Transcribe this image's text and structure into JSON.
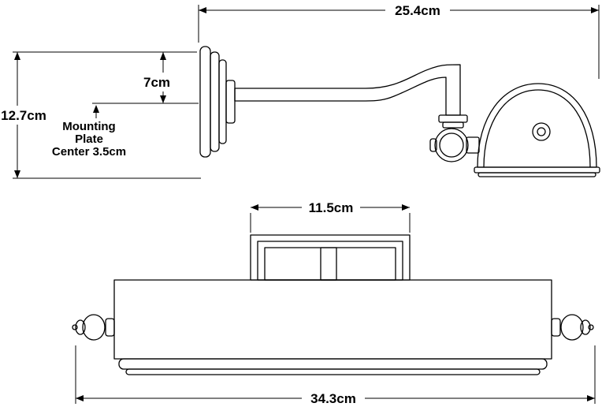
{
  "side_view": {
    "overall_width_label": "25.4cm",
    "overall_height_label": "12.7cm",
    "backplate_to_arm_label": "7cm",
    "mounting_note_line1": "Mounting",
    "mounting_note_line2": "Plate",
    "mounting_note_line3": "Center 3.5cm"
  },
  "front_view": {
    "backplate_width_label": "11.5cm",
    "overall_width_label": "34.3cm"
  },
  "colors": {
    "line": "#000000",
    "text": "#000000",
    "background": "#ffffff"
  }
}
